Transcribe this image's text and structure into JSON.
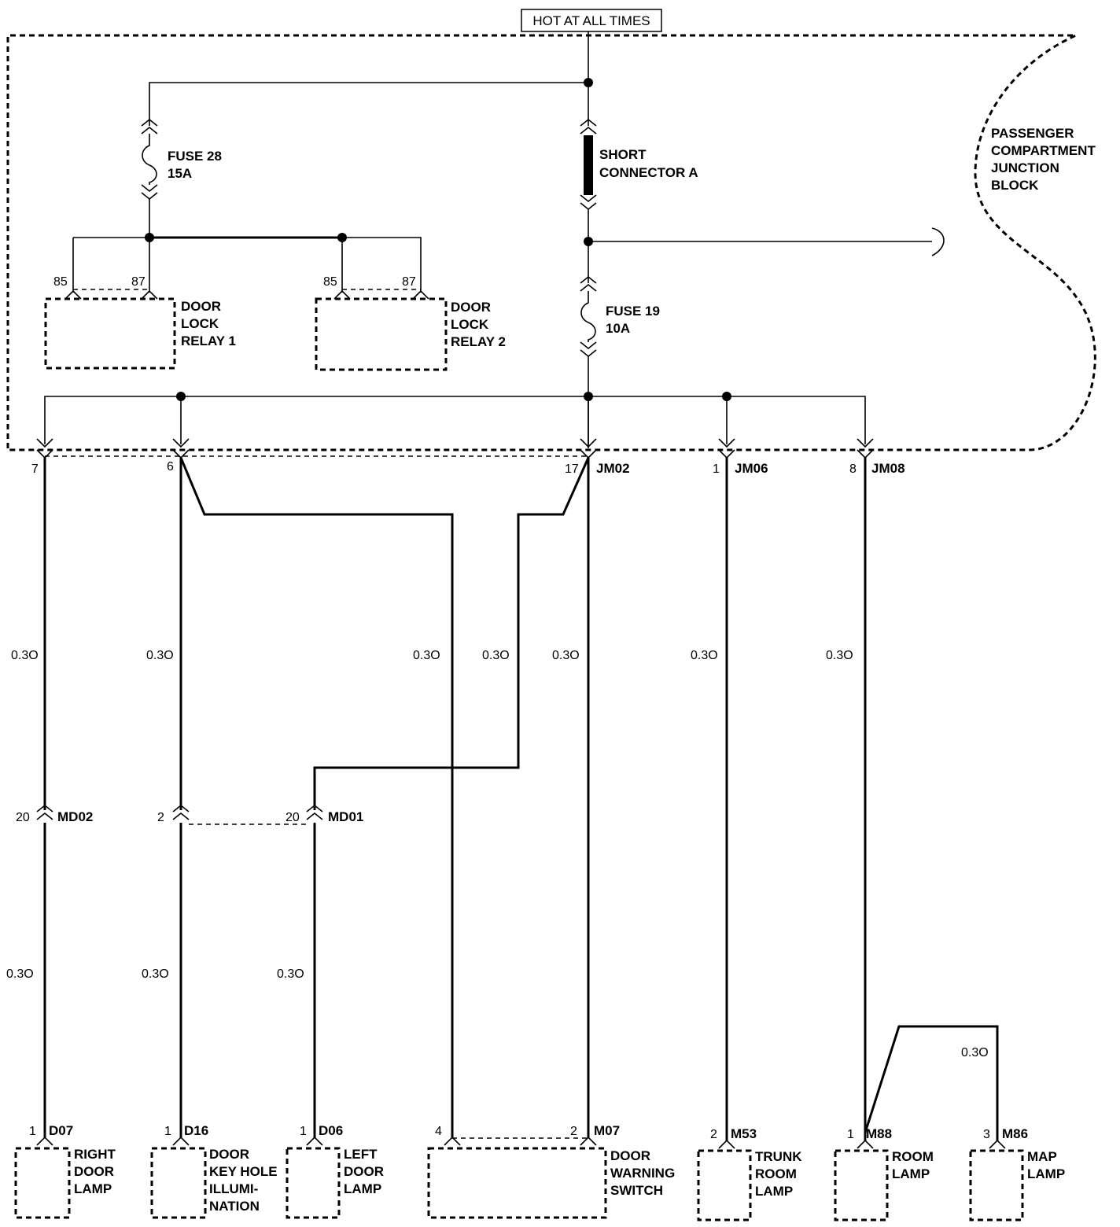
{
  "header": {
    "power_label": "HOT AT ALL TIMES"
  },
  "junction_block": {
    "label": [
      "PASSENGER",
      "COMPARTMENT",
      "JUNCTION",
      "BLOCK"
    ]
  },
  "fuses": [
    {
      "name": "FUSE 28",
      "rating": "15A"
    },
    {
      "name": "FUSE 19",
      "rating": "10A"
    }
  ],
  "short_connector": {
    "label": [
      "SHORT",
      "CONNECTOR A"
    ]
  },
  "relays": [
    {
      "label": [
        "DOOR",
        "LOCK",
        "RELAY 1"
      ],
      "pin_a": "85",
      "pin_b": "87"
    },
    {
      "label": [
        "DOOR",
        "LOCK",
        "RELAY 2"
      ],
      "pin_a": "85",
      "pin_b": "87"
    }
  ],
  "jb_pins": {
    "p7": "7",
    "p6": "6",
    "p17": "17",
    "jm02": "JM02",
    "p1": "1",
    "jm06": "JM06",
    "p8": "8",
    "jm08": "JM08"
  },
  "wire_gauge": "0.3O",
  "inline_connectors": {
    "md02_pin": "20",
    "md02": "MD02",
    "md01_pin_2": "2",
    "md01_pin_20": "20",
    "md01": "MD01"
  },
  "components": [
    {
      "pin": "1",
      "connector": "D07",
      "label": [
        "RIGHT",
        "DOOR",
        "LAMP"
      ]
    },
    {
      "pin": "1",
      "connector": "D16",
      "label": [
        "DOOR",
        "KEY HOLE",
        "ILLUMI-",
        "NATION"
      ]
    },
    {
      "pin": "1",
      "connector": "D06",
      "label": [
        "LEFT",
        "DOOR",
        "LAMP"
      ]
    },
    {
      "pin_a": "4",
      "pin": "2",
      "connector": "M07",
      "label": [
        "DOOR",
        "WARNING",
        "SWITCH"
      ]
    },
    {
      "pin": "2",
      "connector": "M53",
      "label": [
        "TRUNK",
        "ROOM",
        "LAMP"
      ]
    },
    {
      "pin": "1",
      "connector": "M88",
      "label": [
        "ROOM",
        "LAMP"
      ]
    },
    {
      "pin": "3",
      "connector": "M86",
      "label": [
        "MAP",
        "LAMP"
      ]
    }
  ]
}
